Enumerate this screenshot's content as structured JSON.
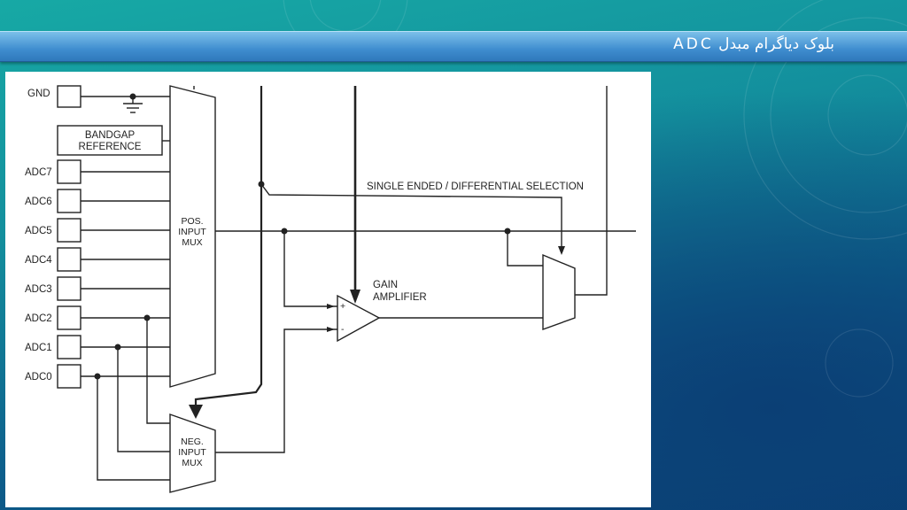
{
  "slide": {
    "title": "بلوک دیاگرام مبدل ADC"
  },
  "diagram": {
    "inputs": [
      "GND",
      "ADC7",
      "ADC6",
      "ADC5",
      "ADC4",
      "ADC3",
      "ADC2",
      "ADC1",
      "ADC0"
    ],
    "bandgap": [
      "BANDGAP",
      "REFERENCE"
    ],
    "pos_mux": [
      "POS.",
      "INPUT",
      "MUX"
    ],
    "neg_mux": [
      "NEG.",
      "INPUT",
      "MUX"
    ],
    "gain_amp": [
      "GAIN",
      "AMPLIFIER"
    ],
    "amp_plus": "+",
    "amp_minus": "-",
    "selection_label": "SINGLE ENDED / DIFFERENTIAL SELECTION"
  },
  "colors": {
    "title_bar": "#4a9ad8",
    "background": "#138f9d",
    "line": "#222222"
  }
}
